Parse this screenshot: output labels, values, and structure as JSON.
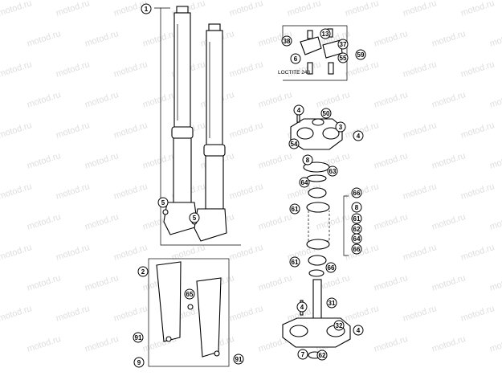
{
  "diagram": {
    "watermark_text": "motod.ru",
    "loctite_label": "LOCTITE 243",
    "callouts": [
      {
        "id": "c-1",
        "text": "1"
      },
      {
        "id": "c-2",
        "text": "2"
      },
      {
        "id": "c-3",
        "text": "3"
      },
      {
        "id": "c-4a",
        "text": "4"
      },
      {
        "id": "c-4b",
        "text": "4"
      },
      {
        "id": "c-4c",
        "text": "4"
      },
      {
        "id": "c-4d",
        "text": "4"
      },
      {
        "id": "c-5a",
        "text": "5"
      },
      {
        "id": "c-5b",
        "text": "5"
      },
      {
        "id": "c-6",
        "text": "6"
      },
      {
        "id": "c-7",
        "text": "7"
      },
      {
        "id": "c-8a",
        "text": "8"
      },
      {
        "id": "c-8b",
        "text": "8"
      },
      {
        "id": "c-9",
        "text": "9"
      },
      {
        "id": "c-13",
        "text": "13"
      },
      {
        "id": "c-31",
        "text": "31"
      },
      {
        "id": "c-32",
        "text": "32"
      },
      {
        "id": "c-37",
        "text": "37"
      },
      {
        "id": "c-38",
        "text": "38"
      },
      {
        "id": "c-50",
        "text": "50"
      },
      {
        "id": "c-54",
        "text": "54"
      },
      {
        "id": "c-55",
        "text": "55"
      },
      {
        "id": "c-59",
        "text": "59"
      },
      {
        "id": "c-61a",
        "text": "61"
      },
      {
        "id": "c-61b",
        "text": "61"
      },
      {
        "id": "c-61c",
        "text": "61"
      },
      {
        "id": "c-62a",
        "text": "62"
      },
      {
        "id": "c-62b",
        "text": "62"
      },
      {
        "id": "c-63",
        "text": "63"
      },
      {
        "id": "c-64a",
        "text": "64"
      },
      {
        "id": "c-64b",
        "text": "64"
      },
      {
        "id": "c-65",
        "text": "65"
      },
      {
        "id": "c-66a",
        "text": "66"
      },
      {
        "id": "c-66b",
        "text": "66"
      },
      {
        "id": "c-66c",
        "text": "66"
      },
      {
        "id": "c-91a",
        "text": "91"
      },
      {
        "id": "c-91b",
        "text": "91"
      }
    ]
  }
}
